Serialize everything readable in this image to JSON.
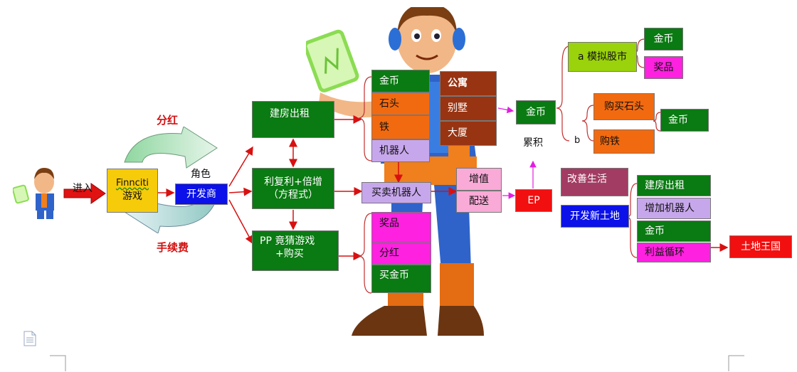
{
  "entry_label": "进入",
  "fincity": {
    "line1": "Finnciti",
    "line2": "游戏"
  },
  "dividend": "分红",
  "role": "角色",
  "developer": "开发商",
  "fee": "手续费",
  "build_rent": "建房出租",
  "compound": {
    "line1": "利复利+倍增",
    "line2": "（方程式）"
  },
  "pp": {
    "line1": "PP 竟猜游戏",
    "line2": "+购买"
  },
  "resources": [
    "金币",
    "石头",
    "铁",
    "机器人"
  ],
  "buildings": [
    "公寓",
    "别墅",
    "大厦"
  ],
  "trade_robot": "买卖机器人",
  "rewards": [
    "奖品",
    "分红",
    "买金币"
  ],
  "value_add": [
    "增值",
    "配送"
  ],
  "gold_top": "金币",
  "accumulate": "累积",
  "ep": "EP",
  "stock": "a  模拟股市",
  "stock_outcomes": [
    "金币",
    "奖品"
  ],
  "b_label": "b",
  "b_options": [
    "购买石头",
    "购铁"
  ],
  "b_gold": "金币",
  "improve_life": "改善生活",
  "new_land": "开发新土地",
  "land_items": [
    "建房出租",
    "增加机器人",
    "金币",
    "利益循环"
  ],
  "land_kingdom": "土地王国",
  "colors": {
    "green": "#0a7a12",
    "orange": "#f26a0f",
    "lavender": "#c7a7ec",
    "magenta": "#ff21e0",
    "brown": "#983412",
    "pink": "#f9aad7",
    "red": "#f20f0f",
    "blue": "#0b11e8",
    "lime": "#9ad20b",
    "plum": "#a23c62",
    "yellow": "#f6cb0a"
  },
  "icons": [
    "robot-mascot-illustration",
    "small-mascot-icon",
    "document-icon",
    "cycle-arrow-icon"
  ]
}
